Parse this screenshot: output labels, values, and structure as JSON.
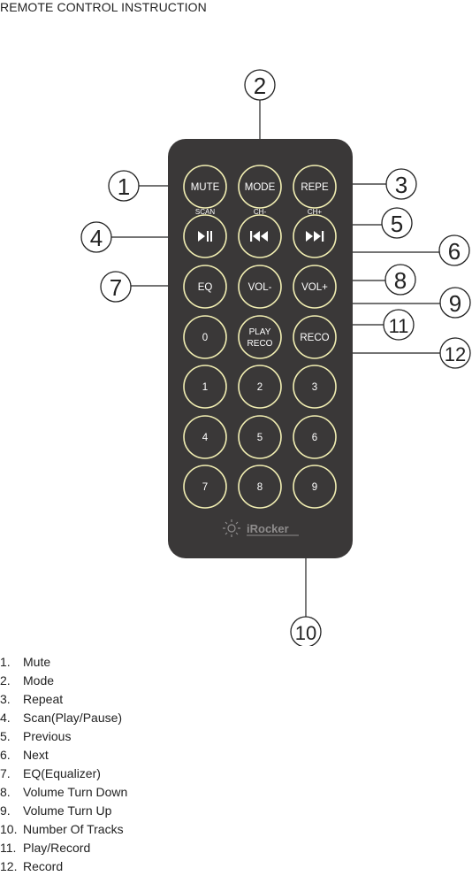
{
  "title": "REMOTE CONTROL INSTRUCTION",
  "brand": "iRocker",
  "colors": {
    "remote_body": "#3a3838",
    "button_ring": "#f2efb3",
    "button_text": "#ffffff",
    "leader": "#222222"
  },
  "buttons": {
    "mute": "MUTE",
    "mode": "MODE",
    "repe": "REPE",
    "scan_sub": "SCAN",
    "ch_minus_sub": "CH-",
    "ch_plus_sub": "CH+",
    "play_pause_icon": "play-pause-icon",
    "previous_icon": "previous-icon",
    "next_icon": "next-icon",
    "eq": "EQ",
    "vol_down": "VOL-",
    "vol_up": "VOL+",
    "zero": "0",
    "play_reco_line1": "PLAY",
    "play_reco_line2": "RECO",
    "reco": "RECO",
    "one": "1",
    "two": "2",
    "three": "3",
    "four": "4",
    "five": "5",
    "six": "6",
    "seven": "7",
    "eight": "8",
    "nine": "9"
  },
  "callouts": [
    "1",
    "2",
    "3",
    "4",
    "5",
    "6",
    "7",
    "8",
    "9",
    "10",
    "11",
    "12"
  ],
  "legend": [
    {
      "num": "1.",
      "text": "Mute"
    },
    {
      "num": "2.",
      "text": "Mode"
    },
    {
      "num": "3.",
      "text": "Repeat"
    },
    {
      "num": "4.",
      "text": "Scan(Play/Pause)"
    },
    {
      "num": "5.",
      "text": "Previous"
    },
    {
      "num": "6.",
      "text": "Next"
    },
    {
      "num": "7.",
      "text": "EQ(Equalizer)"
    },
    {
      "num": "8.",
      "text": "Volume Turn Down"
    },
    {
      "num": "9.",
      "text": "Volume Turn Up"
    },
    {
      "num": "10.",
      "text": "Number Of Tracks"
    },
    {
      "num": "11.",
      "text": "Play/Record"
    },
    {
      "num": "12.",
      "text": "Record"
    }
  ]
}
